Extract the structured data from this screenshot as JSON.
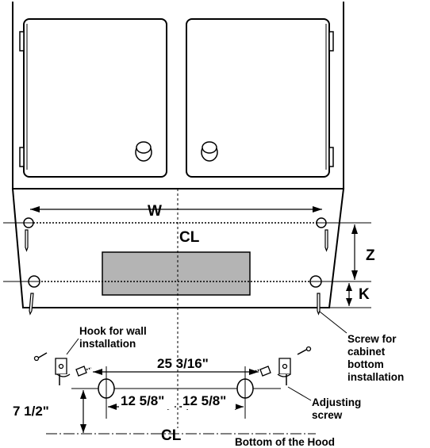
{
  "labels": {
    "width": "W",
    "centerline": "CL",
    "height_z": "Z",
    "height_k": "K",
    "dim_25": "25 3/16\"",
    "dim_left": "12 5/8\"",
    "dim_right": "12 5/8\"",
    "dim_vertical": "7 1/2\"",
    "bottom_cl": "CL",
    "bottom_hood": "Bottom of the Hood",
    "hook_line1": "Hook for wall",
    "hook_line2": "installation",
    "screw_line1": "Screw for",
    "screw_line2": "cabinet",
    "screw_line3": "bottom",
    "screw_line4": "installation",
    "adjust_line1": "Adjusting",
    "adjust_line2": "screw"
  },
  "colors": {
    "line": "#000000",
    "panel": "#ffffff",
    "vent": "#b4b4b4"
  }
}
